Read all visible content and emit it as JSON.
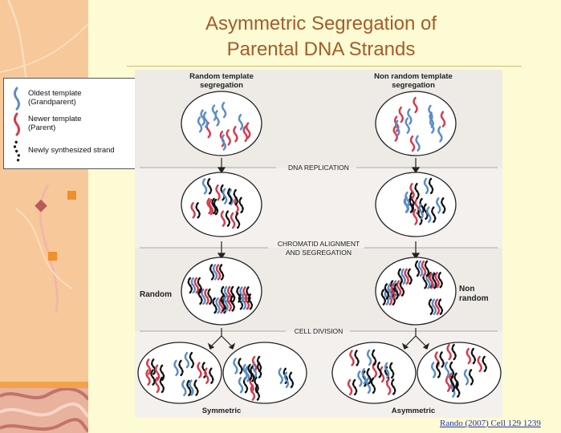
{
  "slide": {
    "title_line1": "Asymmetric Segregation of",
    "title_line2": "Parental DNA Strands",
    "credit": "Rando (2007) Cell 129 1239"
  },
  "legend": {
    "items": [
      {
        "label_line1": "Oldest template",
        "label_line2": "(Grandparent)",
        "color": "#5b8dc7"
      },
      {
        "label_line1": "Newer template",
        "label_line2": "(Parent)",
        "color": "#d63b4b"
      },
      {
        "label_line1": "Newly synthesized strand",
        "label_line2": "",
        "color": "#111111"
      }
    ]
  },
  "diagram": {
    "col_left_title_line1": "Random template",
    "col_left_title_line2": "segregation",
    "col_right_title_line1": "Non random template",
    "col_right_title_line2": "segregation",
    "step1": "DNA REPLICATION",
    "step2_line1": "CHROMATID ALIGNMENT",
    "step2_line2": "AND SEGREGATION",
    "step3": "CELL DIVISION",
    "side_left": "Random",
    "side_right_line1": "Non",
    "side_right_line2": "random",
    "result_left": "Symmetric",
    "result_right": "Asymmetric"
  },
  "colors": {
    "oldest": "#5b8dc7",
    "newer": "#d63b4b",
    "new_strand": "#111111",
    "title": "#a65b2a"
  }
}
